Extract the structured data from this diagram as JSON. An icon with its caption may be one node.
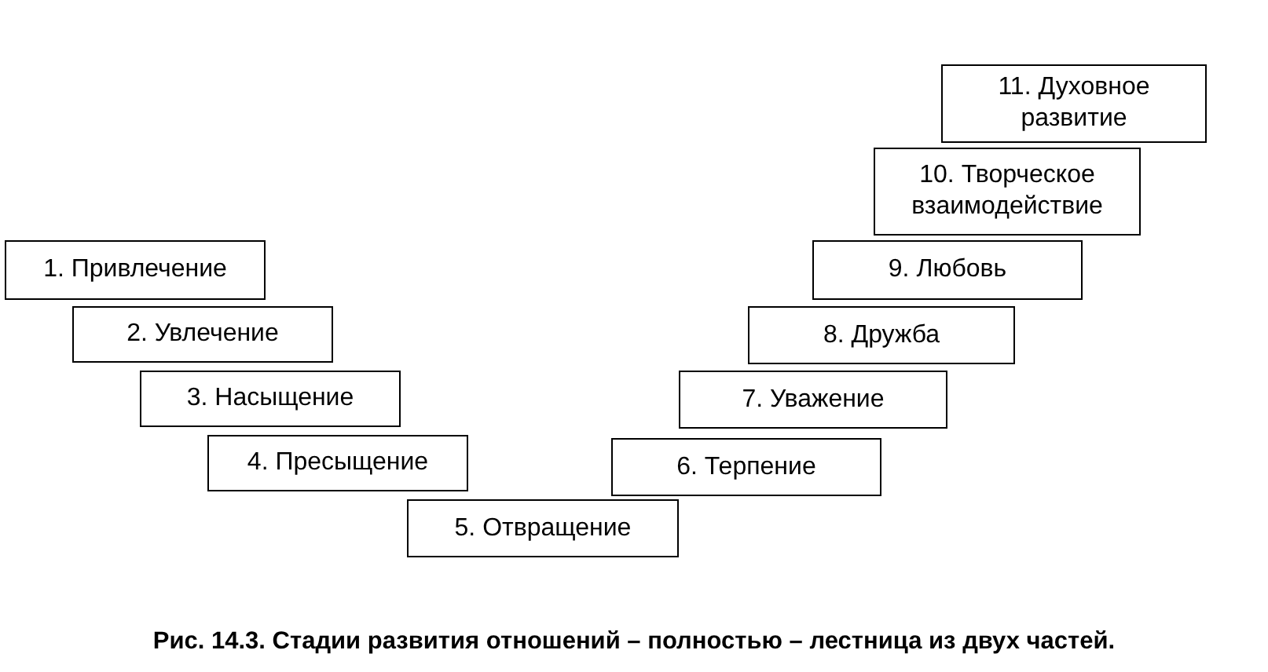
{
  "diagram": {
    "caption": "Рис. 14.3. Стадии развития отношений – полностью – лестница из двух частей.",
    "nodes": [
      {
        "text": [
          "1. Привлечение"
        ]
      },
      {
        "text": [
          "2. Увлечение"
        ]
      },
      {
        "text": [
          "3. Насыщение"
        ]
      },
      {
        "text": [
          "4. Пресыщение"
        ]
      },
      {
        "text": [
          "5. Отвращение"
        ]
      },
      {
        "text": [
          "6. Терпение"
        ]
      },
      {
        "text": [
          "7. Уважение"
        ]
      },
      {
        "text": [
          "8. Дружба"
        ]
      },
      {
        "text": [
          "9. Любовь"
        ]
      },
      {
        "text": [
          "10. Творческое взаимодействие"
        ]
      },
      {
        "text": [
          "11. Духовное развитие"
        ]
      }
    ]
  }
}
